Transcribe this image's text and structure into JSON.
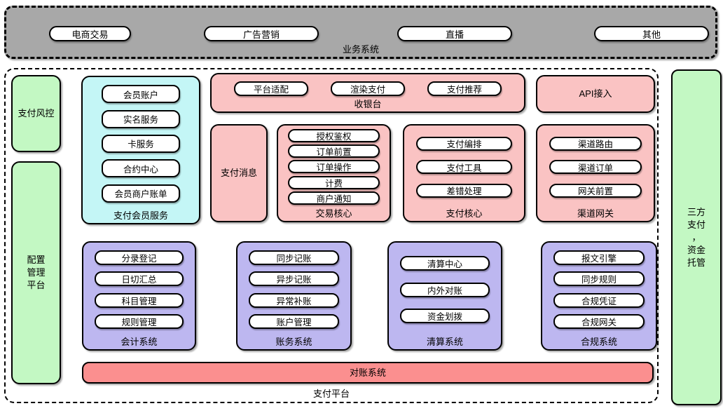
{
  "colors": {
    "band_gray": "#a8a8a8",
    "green": "#c3f8c3",
    "cyan": "#c4f6f6",
    "pink": "#fac3c3",
    "purple": "#bdb7f0",
    "red": "#fb8f8f"
  },
  "business": {
    "label": "业务系统",
    "items": [
      "电商交易",
      "广告营销",
      "直播",
      "其他"
    ]
  },
  "platform": {
    "label": "支付平台",
    "risk": {
      "label": "支付风控"
    },
    "config": {
      "label": "配置\n管理\n平台"
    },
    "member": {
      "label": "支付会员服务",
      "items": [
        "会员账户",
        "实名服务",
        "卡服务",
        "合约中心",
        "会员商户账单"
      ]
    },
    "cashier": {
      "label": "收银台",
      "items": [
        "平台适配",
        "渲染支付",
        "支付推荐"
      ]
    },
    "api": {
      "label": "API接入"
    },
    "message": {
      "label": "支付消息"
    },
    "trade": {
      "label": "交易核心",
      "items": [
        "授权鉴权",
        "订单前置",
        "订单操作",
        "计费",
        "商户通知"
      ]
    },
    "paycore": {
      "label": "支付核心",
      "items": [
        "支付编排",
        "支付工具",
        "差错处理"
      ]
    },
    "gateway": {
      "label": "渠道网关",
      "items": [
        "渠道路由",
        "渠道订单",
        "网关前置"
      ]
    },
    "accounting": {
      "label": "会计系统",
      "items": [
        "分录登记",
        "日切汇总",
        "科目管理",
        "规则管理"
      ]
    },
    "ledger": {
      "label": "账务系统",
      "items": [
        "同步记账",
        "异步记账",
        "异常补账",
        "账户管理"
      ]
    },
    "clearing": {
      "label": "清算系统",
      "items": [
        "清算中心",
        "内外对账",
        "资金划拨"
      ]
    },
    "compliance": {
      "label": "合规系统",
      "items": [
        "报文引擎",
        "同步规则",
        "合规凭证",
        "合规网关"
      ]
    },
    "reconciliation": {
      "label": "对账系统"
    }
  },
  "third_party": {
    "label": "三方\n支付\n，\n资金\n托管"
  }
}
